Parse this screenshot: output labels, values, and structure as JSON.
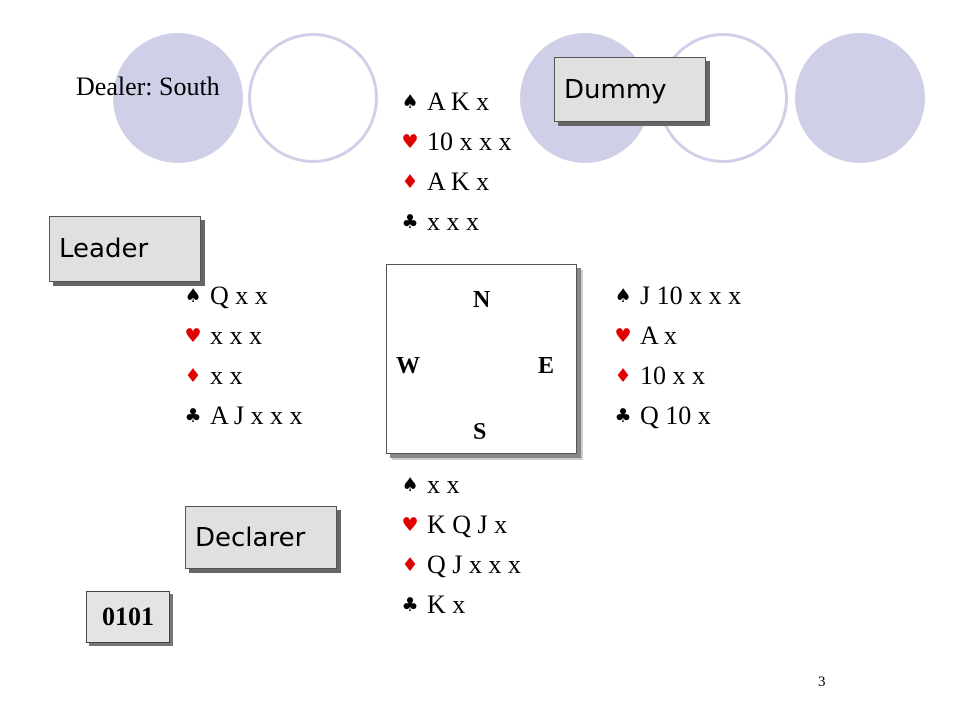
{
  "dealer": "Dealer: South",
  "labels": {
    "dummy": "Dummy",
    "leader": "Leader",
    "declarer": "Declarer"
  },
  "compass": {
    "north": "N",
    "south": "S",
    "east": "E",
    "west": "W"
  },
  "hands": {
    "north": {
      "spades": "A K x",
      "hearts": "10 x x x",
      "diamonds": "A K x",
      "clubs": "x x x"
    },
    "west": {
      "spades": "Q x x",
      "hearts": "x x x",
      "diamonds": "x x",
      "clubs": "A J x x x"
    },
    "east": {
      "spades": "J 10 x x x",
      "hearts": "A x",
      "diamonds": "10 x x",
      "clubs": "Q 10 x"
    },
    "south": {
      "spades": "x x",
      "hearts": "K Q J x",
      "diamonds": "Q J x x x",
      "clubs": "K x"
    }
  },
  "suit_icons": {
    "spades": "spade-icon",
    "hearts": "heart-icon",
    "diamonds": "diamond-icon",
    "clubs": "club-icon"
  },
  "colors": {
    "red_suit": "#e00000",
    "circle": "#cfcfe8",
    "tag_bg": "#e0e0e0"
  },
  "deal_number": "0101",
  "page_number": "3"
}
